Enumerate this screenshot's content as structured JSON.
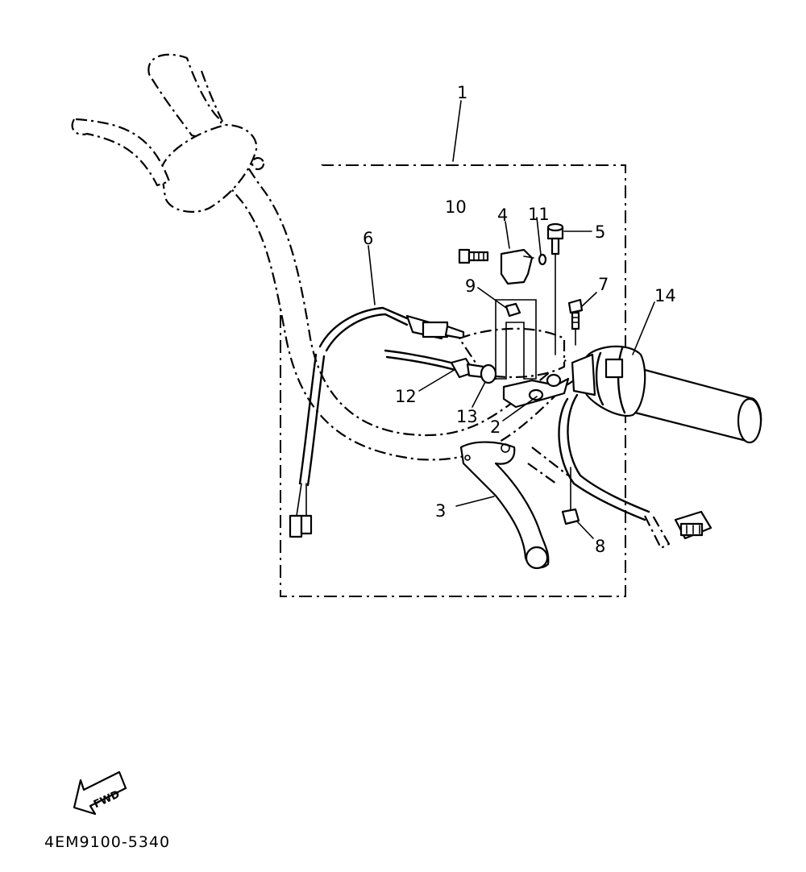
{
  "diagram": {
    "callouts": {
      "c1": "1",
      "c2": "2",
      "c3": "3",
      "c4": "4",
      "c5": "5",
      "c6": "6",
      "c7": "7",
      "c8": "8",
      "c9": "9",
      "c10": "10",
      "c11": "11",
      "c12": "12",
      "c13": "13",
      "c14": "14"
    },
    "fwd_label": "FWD",
    "drawing_code": "4EM9100-5340"
  }
}
